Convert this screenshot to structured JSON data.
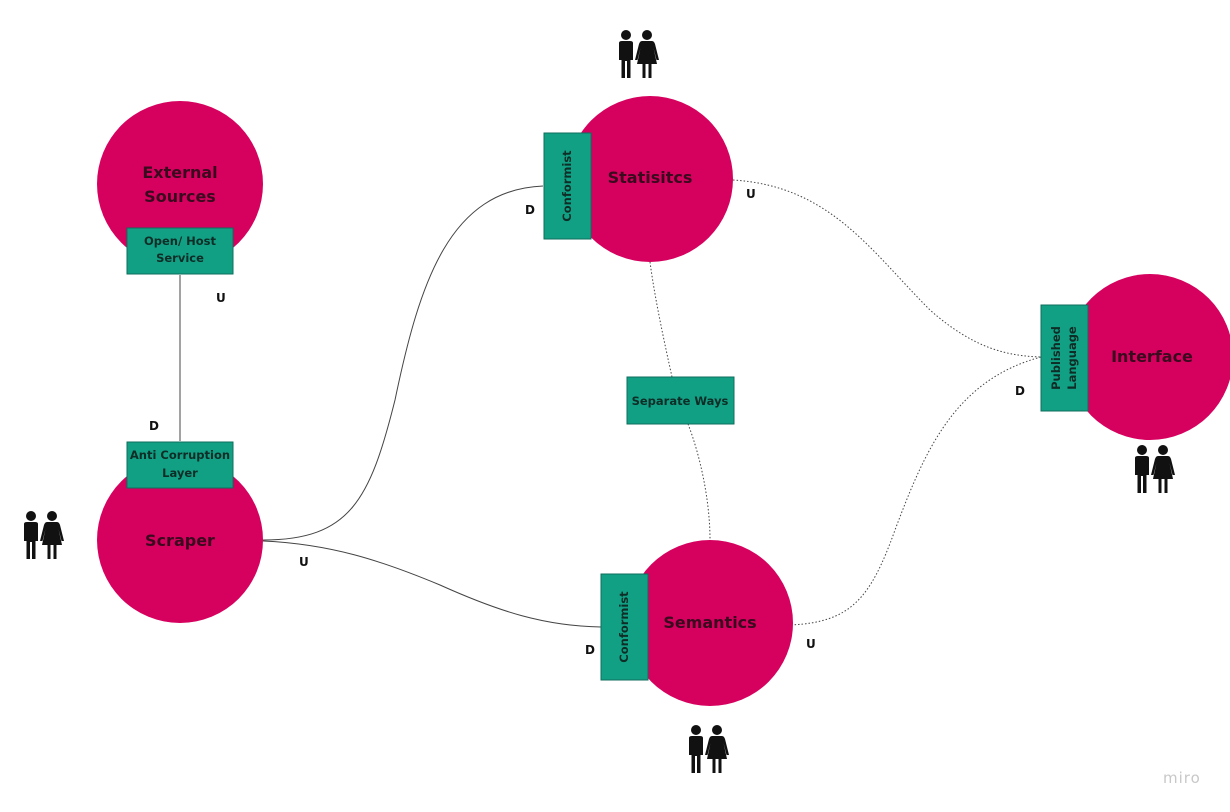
{
  "colors": {
    "context_fill": "#d6005e",
    "pattern_fill": "#12a085",
    "pattern_border": "#0d6e5b",
    "line": "#444444",
    "people_icon": "#111111"
  },
  "contexts": {
    "external_sources": {
      "line1": "External",
      "line2": "Sources"
    },
    "statistics": {
      "label": "Statisitcs"
    },
    "scraper": {
      "label": "Scraper"
    },
    "semantics": {
      "label": "Semantics"
    },
    "interface": {
      "label": "Interface"
    }
  },
  "patterns": {
    "open_host_service": {
      "line1": "Open/ Host",
      "line2": "Service"
    },
    "anti_corruption_layer": {
      "line1": "Anti Corruption",
      "line2": "Layer"
    },
    "conformist_statistics": {
      "label": "Conformist"
    },
    "conformist_semantics": {
      "label": "Conformist"
    },
    "published_language": {
      "line1": "Published",
      "line2": "Language"
    },
    "separate_ways": {
      "label": "Separate Ways"
    }
  },
  "relations": {
    "ext_upstream": "U",
    "scraper_downstream": "D",
    "scraper_upstream_label": "U",
    "statistics_downstream": "D",
    "statistics_upstream": "U",
    "semantics_downstream": "D",
    "semantics_upstream": "U",
    "interface_downstream": "D"
  },
  "icons": {
    "team": "people-icon"
  },
  "watermark": "miro"
}
